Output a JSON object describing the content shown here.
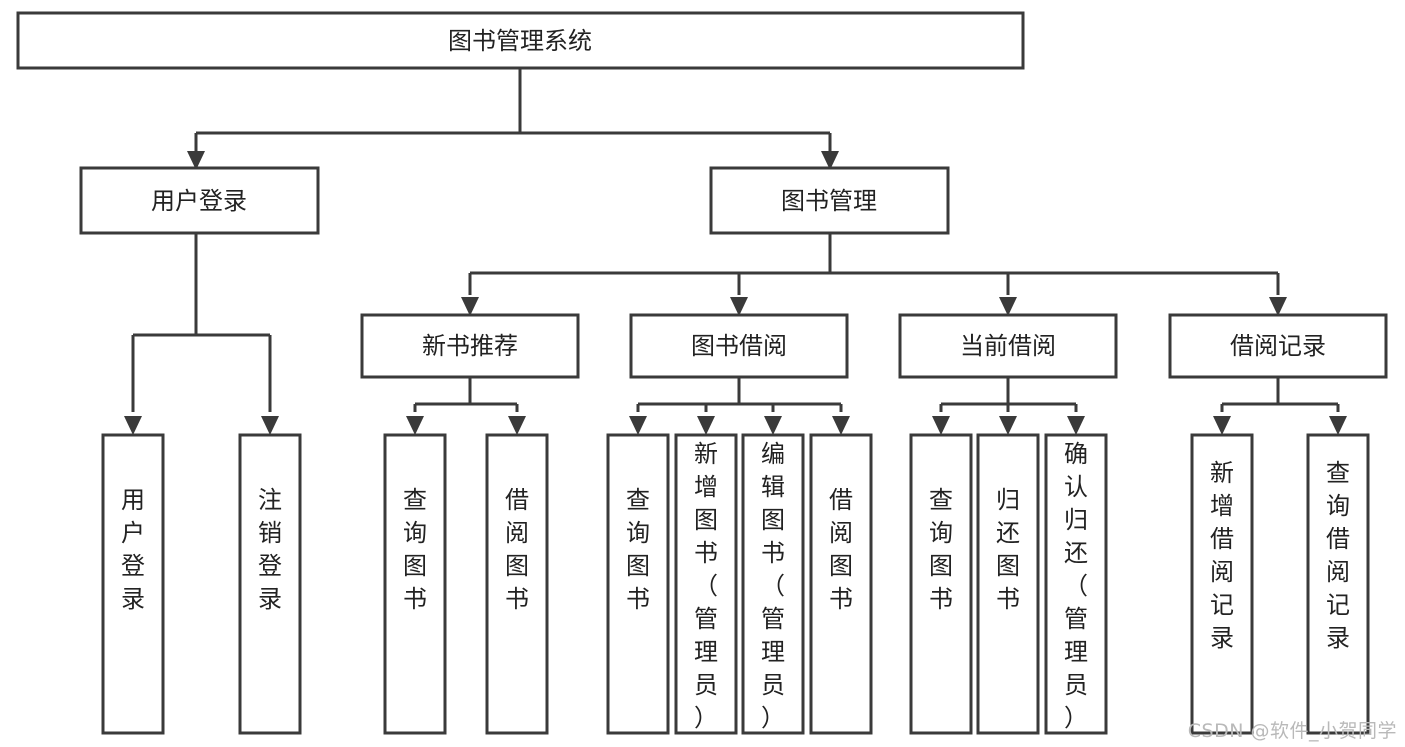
{
  "diagram": {
    "type": "tree-flowchart",
    "title": "图书管理系统",
    "orientation": "top-down",
    "watermark": "CSDN @软件_小贺同学",
    "colors": {
      "box_stroke": "#3a3a3a",
      "box_fill": "#ffffff",
      "connector": "#3a3a3a",
      "text": "#222222",
      "watermark": "#b9b9b9",
      "background": "#ffffff"
    },
    "nodes": {
      "root": {
        "id": "root",
        "label": "图书管理系统",
        "level": 1
      },
      "level2": [
        {
          "id": "user-login",
          "label": "用户登录",
          "level": 2
        },
        {
          "id": "book-management",
          "label": "图书管理",
          "level": 2
        }
      ],
      "level3": [
        {
          "id": "new-book-recommend",
          "label": "新书推荐",
          "level": 3,
          "parent": "book-management"
        },
        {
          "id": "book-borrow",
          "label": "图书借阅",
          "level": 3,
          "parent": "book-management"
        },
        {
          "id": "current-borrow",
          "label": "当前借阅",
          "level": 3,
          "parent": "book-management"
        },
        {
          "id": "borrow-record",
          "label": "借阅记录",
          "level": 3,
          "parent": "book-management"
        }
      ],
      "leaves": [
        {
          "id": "leaf-user-login",
          "label": "用户登录",
          "parent": "user-login"
        },
        {
          "id": "leaf-logout-login",
          "label": "注销登录",
          "parent": "user-login"
        },
        {
          "id": "leaf-query-book-1",
          "label": "查询图书",
          "parent": "new-book-recommend"
        },
        {
          "id": "leaf-borrow-book-1",
          "label": "借阅图书",
          "parent": "new-book-recommend"
        },
        {
          "id": "leaf-query-book-2",
          "label": "查询图书",
          "parent": "book-borrow"
        },
        {
          "id": "leaf-add-book",
          "label": "新增图书（管理员）",
          "parent": "book-borrow"
        },
        {
          "id": "leaf-edit-book",
          "label": "编辑图书（管理员）",
          "parent": "book-borrow"
        },
        {
          "id": "leaf-borrow-book-2",
          "label": "借阅图书",
          "parent": "book-borrow"
        },
        {
          "id": "leaf-query-book-3",
          "label": "查询图书",
          "parent": "current-borrow"
        },
        {
          "id": "leaf-return-book",
          "label": "归还图书",
          "parent": "current-borrow"
        },
        {
          "id": "leaf-confirm-return",
          "label": "确认归还（管理员）",
          "parent": "current-borrow"
        },
        {
          "id": "leaf-add-record",
          "label": "新增借阅记录",
          "parent": "borrow-record"
        },
        {
          "id": "leaf-query-record",
          "label": "查询借阅记录",
          "parent": "borrow-record"
        }
      ]
    }
  }
}
